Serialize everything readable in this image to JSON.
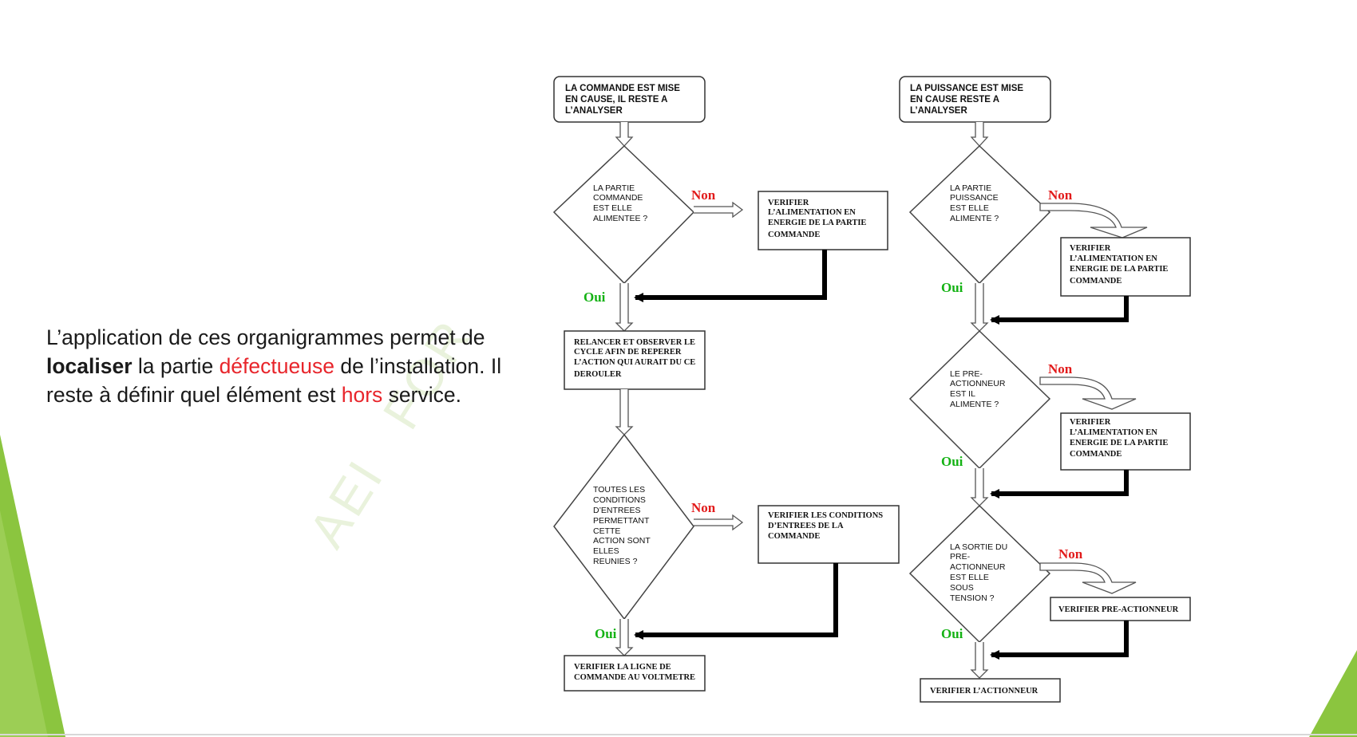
{
  "intro": {
    "part1": "L’application de ces organigrammes permet de ",
    "bold": "localiser",
    "part2": " la partie ",
    "red1": "défectueuse",
    "part3": " de l’installation. Il reste à définir quel élément est ",
    "red2": "hors",
    "part4": " service."
  },
  "watermark": [
    "AEI",
    "FOR"
  ],
  "labels": {
    "non": "Non",
    "oui": "Oui"
  },
  "left_chart": {
    "start": [
      "LA COMMANDE EST MISE",
      "EN CAUSE, IL RESTE A",
      "L’ANALYSER"
    ],
    "q1": [
      "LA PARTIE",
      "COMMANDE",
      "EST ELLE",
      "ALIMENTEE ?"
    ],
    "a1": [
      "VERIFIER",
      "L’ALIMENTATION EN",
      "ENERGIE DE LA  PARTIE",
      "COMMANDE"
    ],
    "step": [
      "RELANCER ET OBSERVER LE",
      "CYCLE  AFIN DE REPERER",
      "L’ACTION QUI AURAIT DU CE",
      "DEROULER"
    ],
    "q2": [
      "TOUTES LES",
      "CONDITIONS",
      "D’ENTREES",
      "PERMETTANT",
      "CETTE",
      "ACTION SONT",
      "ELLES",
      "REUNIES ?"
    ],
    "a2": [
      "VERIFIER LES CONDITIONS",
      "D’ENTREES DE LA",
      "COMMANDE"
    ],
    "end": [
      "VERIFIER LA LIGNE DE",
      "COMMANDE AU VOLTMETRE"
    ]
  },
  "right_chart": {
    "start": [
      "LA PUISSANCE EST  MISE",
      "EN CAUSE RESTE A",
      "L’ANALYSER"
    ],
    "q1": [
      "LA PARTIE",
      "PUISSANCE",
      "EST ELLE",
      "ALIMENTE ?"
    ],
    "a1": [
      "VERIFIER",
      "L’ALIMENTATION EN",
      "ENERGIE DE LA  PARTIE",
      "COMMANDE"
    ],
    "q2": [
      "LE PRE-",
      "ACTIONNEUR",
      "EST IL",
      "ALIMENTE ?"
    ],
    "a2": [
      "VERIFIER",
      "L’ALIMENTATION EN",
      "ENERGIE DE LA  PARTIE",
      "COMMANDE"
    ],
    "q3": [
      "LA SORTIE DU",
      "PRE-",
      "ACTIONNEUR",
      "EST ELLE",
      "SOUS",
      "TENSION ?"
    ],
    "a3": [
      "VERIFIER PRE-ACTIONNEUR"
    ],
    "end": [
      "VERIFIER L’ACTIONNEUR"
    ]
  },
  "colors": {
    "accent_green": "#8bc53f",
    "non_red": "#e21b1b",
    "oui_green": "#14b214",
    "text_red": "#e8252b"
  }
}
